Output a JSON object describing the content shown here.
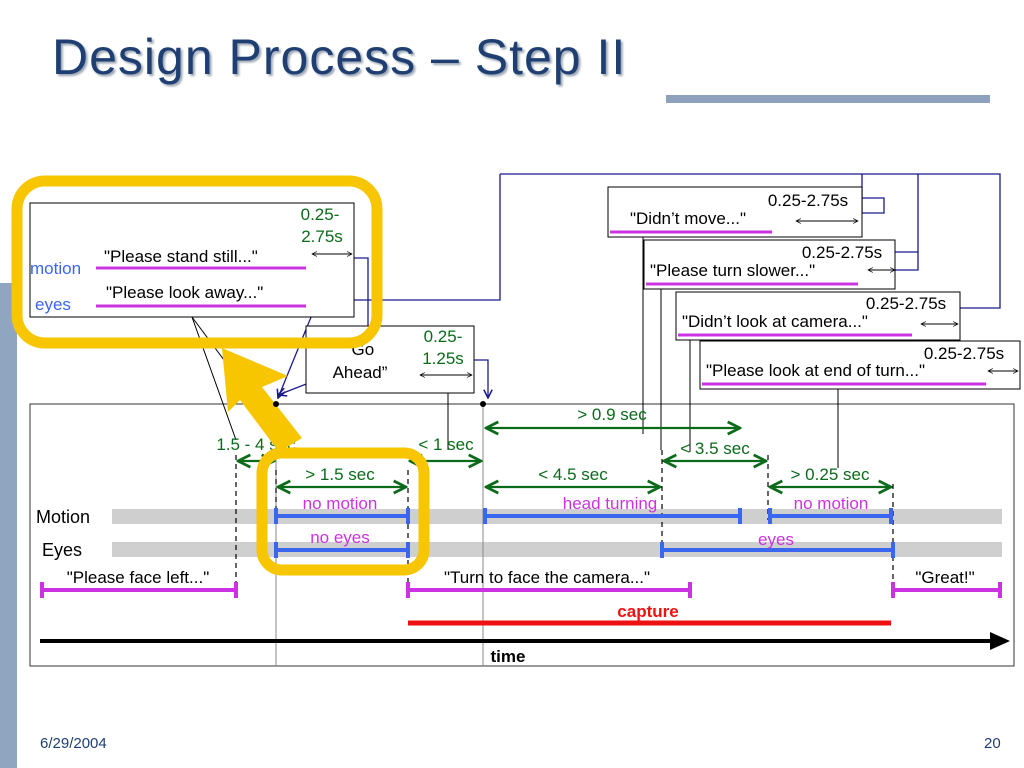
{
  "slide": {
    "title": "Design Process – Step II",
    "date": "6/29/2004",
    "page_number": "20"
  },
  "boxes": {
    "idle": {
      "duration": "0.25-",
      "duration2": "2.75s",
      "motion_label": "motion",
      "eyes_label": "eyes",
      "motion_prompt": "\"Please  stand still...\"",
      "eyes_prompt": "\"Please look away...\""
    },
    "go_ahead": {
      "line1": "“Go",
      "line2": "Ahead”",
      "duration": "0.25-",
      "duration2": "1.25s"
    },
    "didnt_move": {
      "duration": "0.25-2.75s",
      "prompt": "\"Didn’t move...\""
    },
    "turn_slower": {
      "duration": "0.25-2.75s",
      "prompt": "\"Please turn slower...\""
    },
    "didnt_look": {
      "duration": "0.25-2.75s",
      "prompt": "\"Didn’t look at camera...\""
    },
    "look_end": {
      "duration": "0.25-2.75s",
      "prompt": "\"Please look at end of turn...\""
    }
  },
  "timeline": {
    "gt_0_9": "> 0.9 sec",
    "range_1_5_4": "1.5 - 4 sec",
    "lt_1": "< 1 sec",
    "lt_3_5": "< 3.5 sec",
    "gt_1_5": "> 1.5 sec",
    "lt_4_5": "< 4.5 sec",
    "gt_0_25": "> 0.25 sec",
    "row_motion": "Motion",
    "row_eyes": "Eyes",
    "no_motion_1": "no motion",
    "head_turning": "head turning",
    "no_motion_2": "no motion",
    "no_eyes": "no eyes",
    "eyes": "eyes",
    "prompt_face_left": "\"Please face left...\"",
    "prompt_turn_face": "\"Turn to face the camera...\"",
    "prompt_great": "\"Great!\"",
    "capture": "capture",
    "time": "time"
  },
  "colors": {
    "title": "#1f3f73",
    "prompt_magenta": "#cc33e0",
    "state_blue": "#3a66f0",
    "interval_green": "#0b6b1a",
    "capture_red": "#ee1111",
    "highlight_yellow": "#f7c600",
    "link_navy": "#1a1a8c"
  }
}
